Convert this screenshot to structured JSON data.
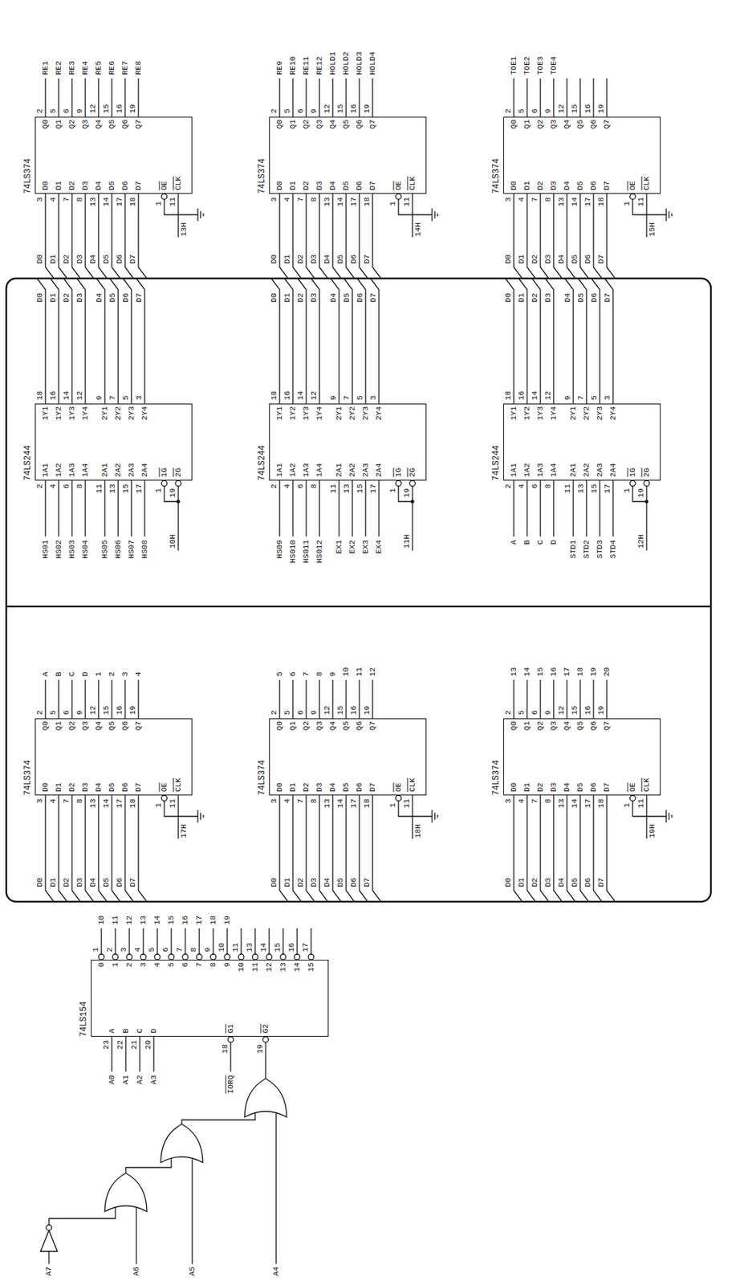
{
  "diagram": {
    "nodes": [
      {
        "text": [
          "74LS374",
          "D0",
          "D1",
          "D2",
          "D3",
          "D4",
          "D5",
          "D6",
          "D7",
          "Q0",
          "Q1",
          "Q2",
          "Q3",
          "Q4",
          "Q5",
          "Q6",
          "Q7",
          "OE",
          "CLK"
        ]
      },
      {
        "text": [
          "74LS374",
          "D0",
          "D1",
          "D2",
          "D3",
          "D4",
          "D5",
          "D6",
          "D7",
          "Q0",
          "Q1",
          "Q2",
          "Q3",
          "Q4",
          "Q5",
          "Q6",
          "Q7",
          "OE",
          "CLK"
        ]
      },
      {
        "text": [
          "74LS374",
          "D0",
          "D1",
          "D2",
          "D3",
          "D4",
          "D5",
          "D6",
          "D7",
          "Q0",
          "Q1",
          "Q2",
          "Q3",
          "Q4",
          "Q5",
          "Q6",
          "Q7",
          "OE",
          "CLK"
        ]
      },
      {
        "text": [
          "74LS244",
          "1A1",
          "1A2",
          "1A3",
          "1A4",
          "2A1",
          "2A2",
          "2A3",
          "2A4",
          "1Y1",
          "1Y2",
          "1Y3",
          "1Y4",
          "2Y1",
          "2Y2",
          "2Y3",
          "2Y4",
          "1G",
          "2G"
        ]
      },
      {
        "text": [
          "74LS244",
          "1A1",
          "1A2",
          "1A3",
          "1A4",
          "2A1",
          "2A2",
          "2A3",
          "2A4",
          "1Y1",
          "1Y2",
          "1Y3",
          "1Y4",
          "2Y1",
          "2Y2",
          "2Y3",
          "2Y4",
          "1G",
          "2G"
        ]
      },
      {
        "text": [
          "74LS244",
          "1A1",
          "1A2",
          "1A3",
          "1A4",
          "2A1",
          "2A2",
          "2A3",
          "2A4",
          "1Y1",
          "1Y2",
          "1Y3",
          "1Y4",
          "2Y1",
          "2Y2",
          "2Y3",
          "2Y4",
          "1G",
          "2G"
        ]
      },
      {
        "text": [
          "74LS374",
          "D0",
          "D1",
          "D2",
          "D3",
          "D4",
          "D5",
          "D6",
          "D7",
          "Q0",
          "Q1",
          "Q2",
          "Q3",
          "Q4",
          "Q5",
          "Q6",
          "Q7",
          "OE",
          "CLK"
        ]
      },
      {
        "text": [
          "74LS374",
          "D0",
          "D1",
          "D2",
          "D3",
          "D4",
          "D5",
          "D6",
          "D7",
          "Q0",
          "Q1",
          "Q2",
          "Q3",
          "Q4",
          "Q5",
          "Q6",
          "Q7",
          "OE",
          "CLK"
        ]
      },
      {
        "text": [
          "74LS374",
          "D0",
          "D1",
          "D2",
          "D3",
          "D4",
          "D5",
          "D6",
          "D7",
          "Q0",
          "Q1",
          "Q2",
          "Q3",
          "Q4",
          "Q5",
          "Q6",
          "Q7",
          "OE",
          "CLK"
        ]
      },
      {
        "text": [
          "74LS154",
          "A",
          "B",
          "C",
          "D",
          "G1",
          "G2",
          "0",
          "1",
          "2",
          "3",
          "4",
          "5",
          "6",
          "7",
          "8",
          "9",
          "10",
          "11",
          "12",
          "13",
          "14",
          "15"
        ]
      }
    ],
    "labels": [
      "D0",
      "D1",
      "D2",
      "D3",
      "D4",
      "D5",
      "D6",
      "D7",
      "3",
      "4",
      "7",
      "8",
      "13",
      "14",
      "17",
      "18",
      "2",
      "5",
      "6",
      "9",
      "12",
      "15",
      "16",
      "19",
      "RE1",
      "RE2",
      "RE3",
      "RE4",
      "RE5",
      "RE6",
      "RE7",
      "RE8",
      "1",
      "11",
      "13H",
      "D0",
      "D1",
      "D2",
      "D3",
      "D4",
      "D5",
      "D6",
      "D7",
      "3",
      "4",
      "7",
      "8",
      "13",
      "14",
      "17",
      "18",
      "2",
      "5",
      "6",
      "9",
      "12",
      "15",
      "16",
      "19",
      "RE9",
      "RE10",
      "RE11",
      "RE12",
      "HOLD1",
      "HOLD2",
      "HOLD3",
      "HOLD4",
      "1",
      "11",
      "14H",
      "D0",
      "D1",
      "D2",
      "D3",
      "D4",
      "D5",
      "D6",
      "D7",
      "3",
      "4",
      "7",
      "8",
      "13",
      "14",
      "17",
      "18",
      "2",
      "5",
      "6",
      "9",
      "12",
      "15",
      "16",
      "19",
      "TOE1",
      "TOE2",
      "TOE3",
      "TOE4",
      "1",
      "11",
      "15H",
      "HS01",
      "HS02",
      "HS03",
      "HS04",
      "HS05",
      "HS06",
      "HS07",
      "HS08",
      "2",
      "4",
      "6",
      "8",
      "11",
      "13",
      "15",
      "17",
      "18",
      "16",
      "14",
      "12",
      "9",
      "7",
      "5",
      "3",
      "D0",
      "D1",
      "D2",
      "D3",
      "D4",
      "D5",
      "D6",
      "D7",
      "1",
      "19",
      "10H",
      "HS09",
      "HS010",
      "HS011",
      "HS012",
      "EX1",
      "EX2",
      "EX3",
      "EX4",
      "2",
      "4",
      "6",
      "8",
      "11",
      "13",
      "15",
      "17",
      "18",
      "16",
      "14",
      "12",
      "9",
      "7",
      "5",
      "3",
      "D0",
      "D1",
      "D2",
      "D3",
      "D4",
      "D5",
      "D6",
      "D7",
      "1",
      "19",
      "11H",
      "A",
      "B",
      "C",
      "D",
      "STD1",
      "STD2",
      "STD3",
      "STD4",
      "2",
      "4",
      "6",
      "8",
      "11",
      "13",
      "15",
      "17",
      "18",
      "16",
      "14",
      "12",
      "9",
      "7",
      "5",
      "3",
      "D0",
      "D1",
      "D2",
      "D3",
      "D4",
      "D5",
      "D6",
      "D7",
      "1",
      "19",
      "12H",
      "D0",
      "D1",
      "D2",
      "D3",
      "D4",
      "D5",
      "D6",
      "D7",
      "3",
      "4",
      "7",
      "8",
      "13",
      "14",
      "17",
      "18",
      "2",
      "5",
      "6",
      "9",
      "12",
      "15",
      "16",
      "19",
      "A",
      "B",
      "C",
      "D",
      "1",
      "2",
      "3",
      "4",
      "1",
      "11",
      "17H",
      "D0",
      "D1",
      "D2",
      "D3",
      "D4",
      "D5",
      "D6",
      "D7",
      "3",
      "4",
      "7",
      "8",
      "13",
      "14",
      "17",
      "18",
      "2",
      "5",
      "6",
      "9",
      "12",
      "15",
      "16",
      "19",
      "5",
      "6",
      "7",
      "8",
      "9",
      "10",
      "11",
      "12",
      "1",
      "11",
      "18H",
      "D0",
      "D1",
      "D2",
      "D3",
      "D4",
      "D5",
      "D6",
      "D7",
      "3",
      "4",
      "7",
      "8",
      "13",
      "14",
      "17",
      "18",
      "2",
      "5",
      "6",
      "9",
      "12",
      "15",
      "16",
      "19",
      "13",
      "14",
      "15",
      "16",
      "17",
      "18",
      "19",
      "20",
      "1",
      "11",
      "19H",
      "A0",
      "A1",
      "A2",
      "A3",
      "23",
      "22",
      "21",
      "20",
      "IORQ",
      "18",
      "19",
      "1",
      "2",
      "3",
      "4",
      "5",
      "6",
      "7",
      "8",
      "9",
      "10",
      "11",
      "13",
      "14",
      "15",
      "16",
      "17",
      "10",
      "11",
      "12",
      "13",
      "14",
      "15",
      "16",
      "17",
      "18",
      "19",
      "A7",
      "A6",
      "A5",
      "A4"
    ]
  }
}
